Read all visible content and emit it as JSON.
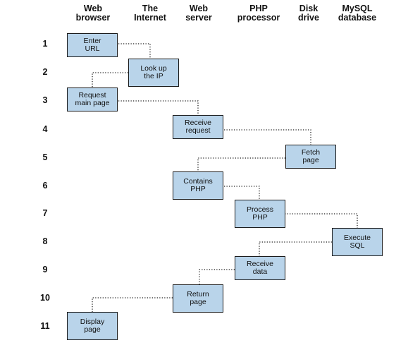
{
  "columns": [
    {
      "id": "browser",
      "line1": "Web",
      "line2": "browser"
    },
    {
      "id": "internet",
      "line1": "The",
      "line2": "Internet"
    },
    {
      "id": "webserver",
      "line1": "Web",
      "line2": "server"
    },
    {
      "id": "php",
      "line1": "PHP",
      "line2": "processor"
    },
    {
      "id": "disk",
      "line1": "Disk",
      "line2": "drive"
    },
    {
      "id": "mysql",
      "line1": "MySQL",
      "line2": "database"
    }
  ],
  "rows": [
    "1",
    "2",
    "3",
    "4",
    "5",
    "6",
    "7",
    "8",
    "9",
    "10",
    "11"
  ],
  "steps": [
    {
      "id": "enter-url",
      "line1": "Enter",
      "line2": "URL"
    },
    {
      "id": "look-up-ip",
      "line1": "Look up",
      "line2": "the IP"
    },
    {
      "id": "request-main-page",
      "line1": "Request",
      "line2": "main page"
    },
    {
      "id": "receive-request",
      "line1": "Receive",
      "line2": "request"
    },
    {
      "id": "fetch-page",
      "line1": "Fetch",
      "line2": "page"
    },
    {
      "id": "contains-php",
      "line1": "Contains",
      "line2": "PHP"
    },
    {
      "id": "process-php",
      "line1": "Process",
      "line2": "PHP"
    },
    {
      "id": "execute-sql",
      "line1": "Execute",
      "line2": "SQL"
    },
    {
      "id": "receive-data",
      "line1": "Receive",
      "line2": "data"
    },
    {
      "id": "return-page",
      "line1": "Return",
      "line2": "page"
    },
    {
      "id": "display-page",
      "line1": "Display",
      "line2": "page"
    }
  ],
  "colors": {
    "box_fill": "#b9d4ea",
    "box_border": "#1b1b1b",
    "connector": "#222222"
  }
}
